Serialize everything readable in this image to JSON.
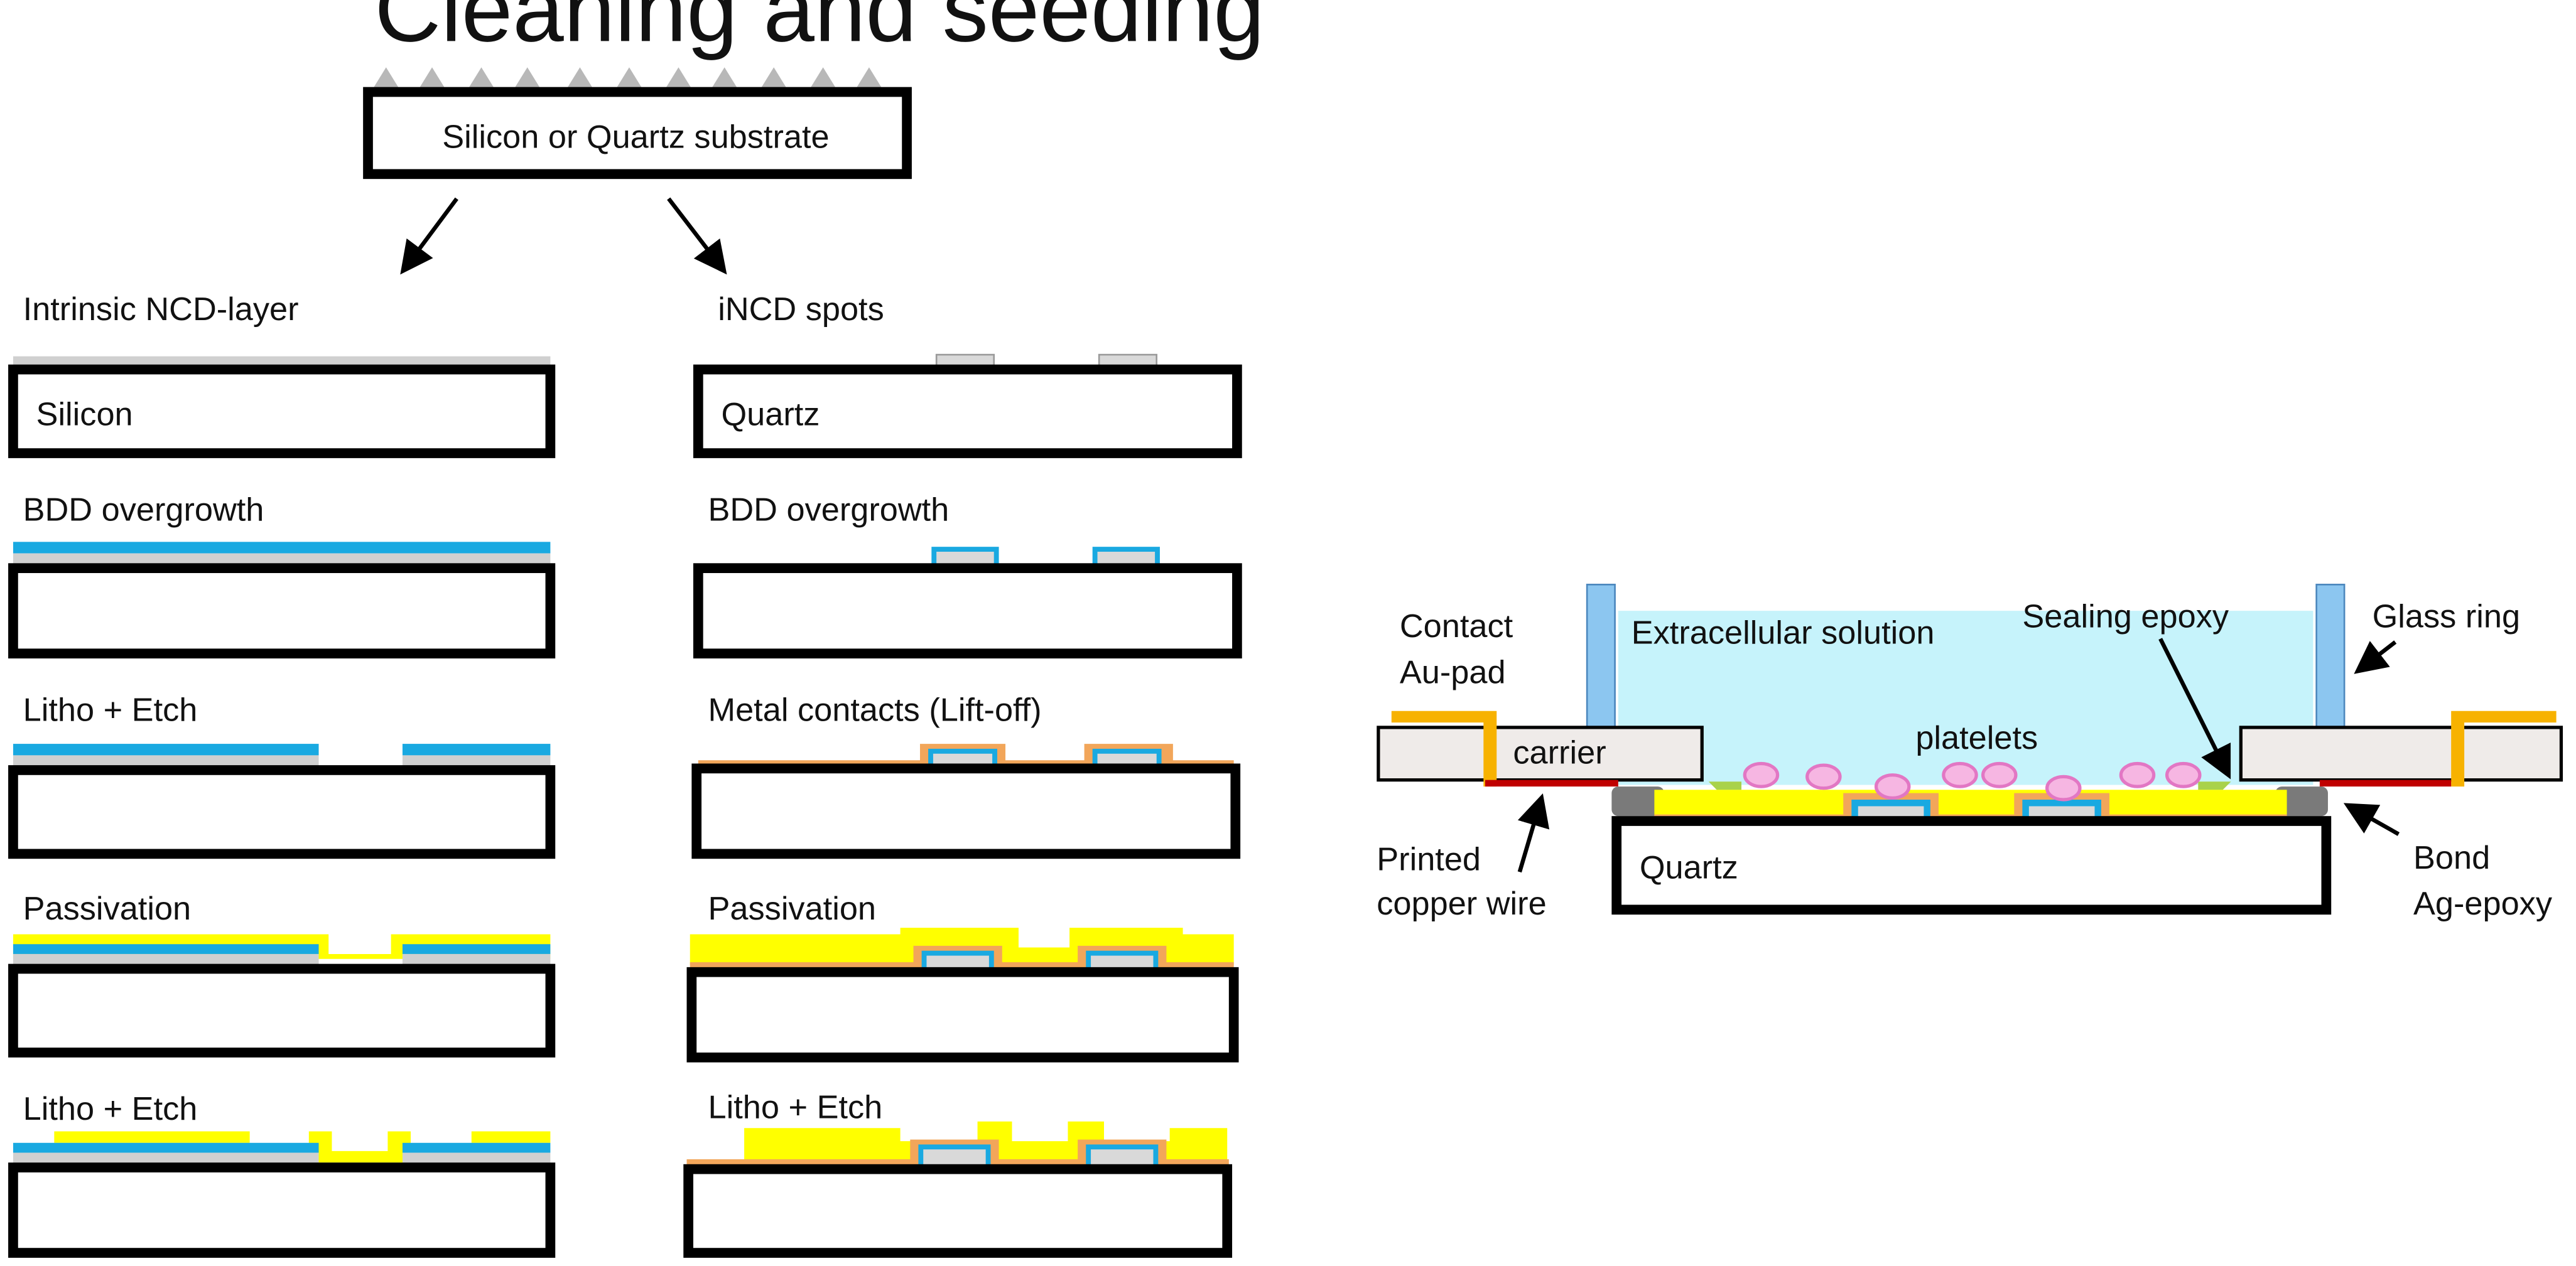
{
  "top": {
    "title": "Cleaning and seeding",
    "substrate_label": "Silicon or Quartz substrate"
  },
  "left_column": {
    "heading": "Intrinsic NCD-layer",
    "substrate": "Silicon",
    "steps": [
      "BDD overgrowth",
      "Litho + Etch",
      "Passivation",
      "Litho + Etch"
    ]
  },
  "middle_column": {
    "heading": "iNCD spots",
    "substrate": "Quartz",
    "steps": [
      "BDD overgrowth",
      "Metal contacts (Lift-off)",
      "Passivation",
      "Litho + Etch"
    ]
  },
  "device": {
    "solution_label": "Extracellular solution",
    "sealing_label": "Sealing epoxy",
    "glass_label": "Glass ring",
    "contact_label_1": "Contact",
    "contact_label_2": "Au-pad",
    "carrier_label": "carrier",
    "platelets_label": "platelets",
    "quartz_label": "Quartz",
    "copper_label_1": "Printed",
    "copper_label_2": "copper wire",
    "bond_label_1": "Bond",
    "bond_label_2": "Ag-epoxy"
  },
  "colors": {
    "seed": "#b8b8b8",
    "incd": "#d9d9d9",
    "bdd": "#19a9e1",
    "metal": "#f2a65a",
    "passivation": "#ffff00",
    "solution": "#c6f3fb",
    "glass": "#8cc6f0",
    "gold": "#f7b200",
    "copper": "#c00000",
    "bond": "#7a7a7a",
    "sealing": "#a9d24a",
    "platelet_fill": "#f6b6e2",
    "platelet_stroke": "#e277c4",
    "carrier": "#efebe9"
  }
}
